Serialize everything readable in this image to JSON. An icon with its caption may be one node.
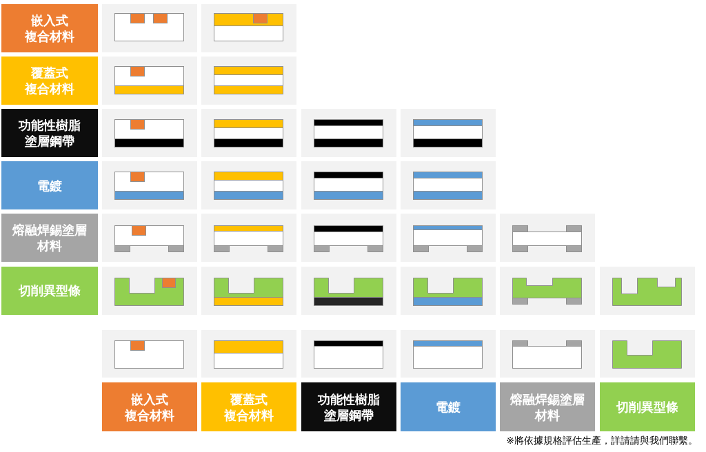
{
  "diagram": {
    "nodes": [
      {
        "text": [
          "嵌入式複合材料"
        ]
      },
      {
        "text": [],
        "shape": "picture"
      },
      {
        "text": [],
        "shape": "picture"
      },
      {
        "text": [
          "覆蓋式複合材料"
        ]
      },
      {
        "text": [],
        "shape": "picture"
      },
      {
        "text": [],
        "shape": "picture"
      },
      {
        "text": [
          "功能性樹脂塗層鋼帶"
        ]
      },
      {
        "text": [],
        "shape": "picture"
      },
      {
        "text": [],
        "shape": "picture"
      },
      {
        "text": [],
        "shape": "picture"
      },
      {
        "text": [],
        "shape": "picture"
      },
      {
        "text": [
          "電鍍"
        ]
      },
      {
        "text": [],
        "shape": "picture"
      },
      {
        "text": [],
        "shape": "picture"
      },
      {
        "text": [],
        "shape": "picture"
      },
      {
        "text": [],
        "shape": "picture"
      },
      {
        "text": [
          "熔融焊錫塗層材料"
        ]
      },
      {
        "text": [],
        "shape": "picture"
      },
      {
        "text": [],
        "shape": "picture"
      },
      {
        "text": [],
        "shape": "picture"
      },
      {
        "text": [],
        "shape": "picture"
      },
      {
        "text": [],
        "shape": "picture"
      },
      {
        "text": [
          "切削異型條"
        ]
      },
      {
        "text": [],
        "shape": "picture"
      },
      {
        "text": [],
        "shape": "picture"
      },
      {
        "text": [],
        "shape": "picture"
      },
      {
        "text": [],
        "shape": "picture"
      },
      {
        "text": [],
        "shape": "picture"
      },
      {
        "text": [],
        "shape": "picture"
      },
      {
        "text": [],
        "shape": "picture"
      },
      {
        "text": [],
        "shape": "picture"
      },
      {
        "text": [],
        "shape": "picture"
      },
      {
        "text": [],
        "shape": "picture"
      },
      {
        "text": [],
        "shape": "picture"
      },
      {
        "text": [],
        "shape": "picture"
      },
      {
        "text": [
          "嵌入式複合材料"
        ]
      },
      {
        "text": [
          "覆蓋式複合材料"
        ]
      },
      {
        "text": [
          "功能性樹脂塗層鋼帶"
        ]
      },
      {
        "text": [
          "電鍍"
        ]
      },
      {
        "text": [
          "熔融焊錫塗層材料"
        ]
      },
      {
        "text": [
          "切削異型條"
        ]
      }
    ],
    "labels": [
      "※將依據規格評估生產，詳請請與我們聯繫。"
    ]
  }
}
